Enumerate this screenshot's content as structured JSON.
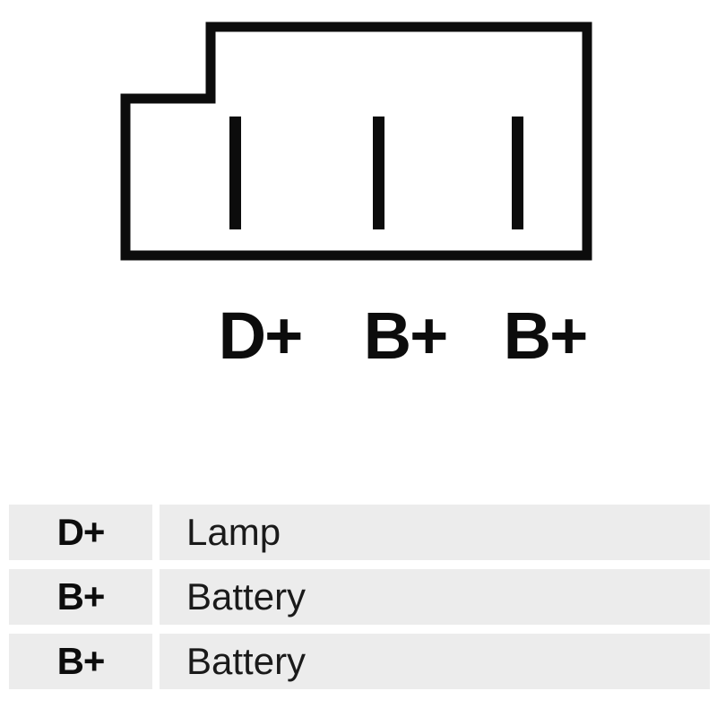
{
  "diagram": {
    "name": "alternator-connector-pinout",
    "terminals": [
      "D+",
      "B+",
      "B+"
    ],
    "outline_color": "#0c0c0c",
    "pin_color": "#0c0c0c"
  },
  "table": {
    "rows": [
      {
        "terminal": "D+",
        "description": "Lamp"
      },
      {
        "terminal": "B+",
        "description": "Battery"
      },
      {
        "terminal": "B+",
        "description": "Battery"
      }
    ],
    "cell_background": "#ececec"
  }
}
